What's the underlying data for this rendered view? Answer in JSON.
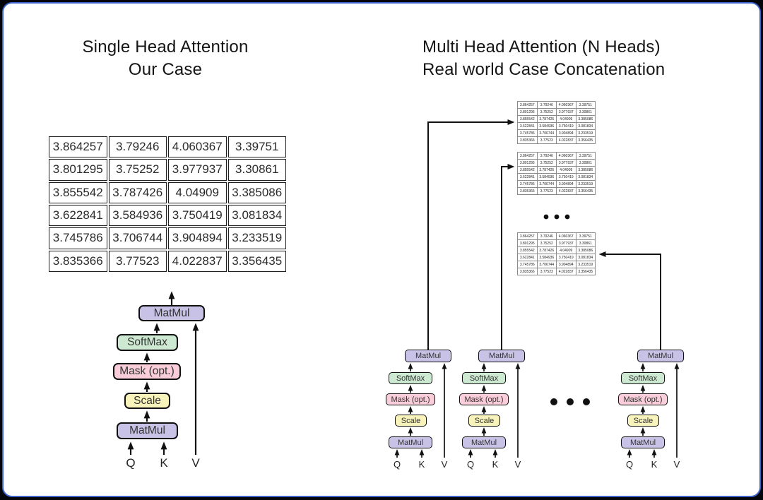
{
  "colors": {
    "matmul_fill": "#c9c2e7",
    "softmax_fill": "#cde9d1",
    "mask_fill": "#f9cdda",
    "scale_fill": "#f8f2bb",
    "card_border": "#3d63cb",
    "line_color": "#111111"
  },
  "left_panel": {
    "title_line1": "Single Head Attention",
    "title_line2": "Our Case"
  },
  "right_panel": {
    "title_line1": "Multi Head Attention (N Heads)",
    "title_line2": "Real world Case Concatenation",
    "num_heads_shown": 3
  },
  "matrix_rows": [
    [
      "3.864257",
      "3.79246",
      "4.060367",
      "3.39751"
    ],
    [
      "3.801295",
      "3.75252",
      "3.977937",
      "3.30861"
    ],
    [
      "3.855542",
      "3.787426",
      "4.04909",
      "3.385086"
    ],
    [
      "3.622841",
      "3.584936",
      "3.750419",
      "3.081834"
    ],
    [
      "3.745786",
      "3.706744",
      "3.904894",
      "3.233519"
    ],
    [
      "3.835366",
      "3.77523",
      "4.022837",
      "3.356435"
    ]
  ],
  "diagram_labels": {
    "matmul": "MatMul",
    "softmax": "SoftMax",
    "mask": "Mask (opt.)",
    "scale": "Scale",
    "q": "Q",
    "k": "K",
    "v": "V"
  }
}
